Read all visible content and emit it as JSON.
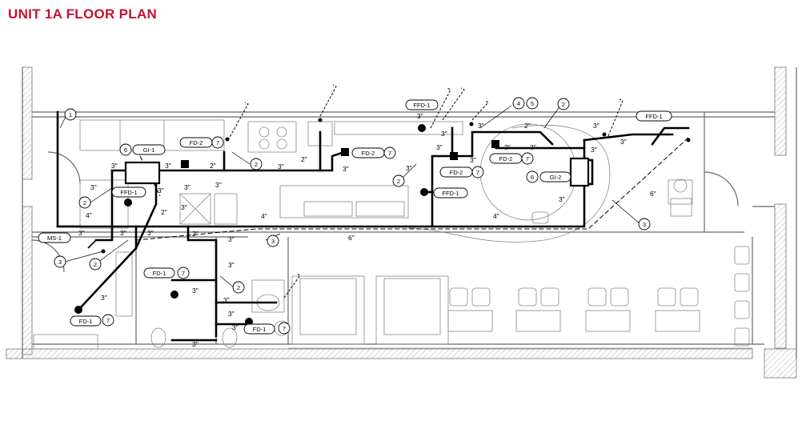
{
  "title": "UNIT 1A FLOOR PLAN",
  "colors": {
    "title": "#c8102e",
    "pipe": "#000000",
    "wall": "#666666"
  },
  "pipe_sizes": [
    {
      "id": "s1",
      "text": "3\""
    },
    {
      "id": "s2",
      "text": "3\""
    },
    {
      "id": "s3",
      "text": "3\""
    },
    {
      "id": "s4",
      "text": "2\""
    },
    {
      "id": "s5",
      "text": "3\""
    },
    {
      "id": "s6",
      "text": "3\""
    },
    {
      "id": "s7",
      "text": "2\""
    },
    {
      "id": "s8",
      "text": "3\""
    },
    {
      "id": "s9",
      "text": "4\""
    },
    {
      "id": "s10",
      "text": "3\""
    },
    {
      "id": "s11",
      "text": "3\""
    },
    {
      "id": "s12",
      "text": "2\""
    },
    {
      "id": "s13",
      "text": "3\""
    },
    {
      "id": "s14",
      "text": "3\""
    },
    {
      "id": "s15",
      "text": "4\""
    },
    {
      "id": "s16",
      "text": "6\""
    },
    {
      "id": "s17",
      "text": "3\""
    },
    {
      "id": "s18",
      "text": "3\""
    },
    {
      "id": "s19",
      "text": "2\""
    },
    {
      "id": "s20",
      "text": "3\""
    },
    {
      "id": "s21",
      "text": "3\""
    },
    {
      "id": "s22",
      "text": "3\""
    },
    {
      "id": "s23",
      "text": "3\""
    },
    {
      "id": "s24",
      "text": "3\""
    },
    {
      "id": "s25",
      "text": "3\""
    },
    {
      "id": "s26",
      "text": "3\""
    },
    {
      "id": "s27",
      "text": "3\""
    },
    {
      "id": "s28",
      "text": "3\""
    },
    {
      "id": "s29",
      "text": "3\""
    },
    {
      "id": "s30",
      "text": "2\""
    },
    {
      "id": "s31",
      "text": "3\""
    },
    {
      "id": "s32",
      "text": "3\""
    },
    {
      "id": "s33",
      "text": "3\""
    },
    {
      "id": "s34",
      "text": "3\""
    },
    {
      "id": "s35",
      "text": "4\""
    },
    {
      "id": "s36",
      "text": "3\""
    },
    {
      "id": "s37",
      "text": "3\""
    },
    {
      "id": "s38",
      "text": "3\""
    },
    {
      "id": "s39",
      "text": "6\""
    },
    {
      "id": "s40",
      "text": "3\""
    },
    {
      "id": "s41",
      "text": "3\""
    }
  ],
  "fixture_tags": [
    {
      "id": "t1",
      "text": "GI-1"
    },
    {
      "id": "t2",
      "text": "FD-2"
    },
    {
      "id": "t3",
      "text": "FFD-1"
    },
    {
      "id": "t4",
      "text": "FD-2"
    },
    {
      "id": "t5",
      "text": "FFD-1"
    },
    {
      "id": "t6",
      "text": "FD-2"
    },
    {
      "id": "t7",
      "text": "FD-2"
    },
    {
      "id": "t8",
      "text": "FFD-1"
    },
    {
      "id": "t9",
      "text": "GI-2"
    },
    {
      "id": "t10",
      "text": "FFD-1"
    },
    {
      "id": "t11",
      "text": "MS-1"
    },
    {
      "id": "t12",
      "text": "FD-1"
    },
    {
      "id": "t13",
      "text": "FD-1"
    },
    {
      "id": "t14",
      "text": "FD-1"
    }
  ],
  "callouts": [
    {
      "id": "c1",
      "text": "1"
    },
    {
      "id": "c2",
      "text": "6"
    },
    {
      "id": "c3",
      "text": "2"
    },
    {
      "id": "c4",
      "text": "2"
    },
    {
      "id": "c5",
      "text": "7"
    },
    {
      "id": "c6",
      "text": "7"
    },
    {
      "id": "c7",
      "text": "4"
    },
    {
      "id": "c8",
      "text": "5"
    },
    {
      "id": "c9",
      "text": "2"
    },
    {
      "id": "c10",
      "text": "2"
    },
    {
      "id": "c11",
      "text": "7"
    },
    {
      "id": "c12",
      "text": "7"
    },
    {
      "id": "c13",
      "text": "6"
    },
    {
      "id": "c14",
      "text": "3"
    },
    {
      "id": "c15",
      "text": "3"
    },
    {
      "id": "c16",
      "text": "2"
    },
    {
      "id": "c17",
      "text": "3"
    },
    {
      "id": "c18",
      "text": "7"
    },
    {
      "id": "c19",
      "text": "2"
    },
    {
      "id": "c20",
      "text": "7"
    },
    {
      "id": "c21",
      "text": "7"
    }
  ]
}
